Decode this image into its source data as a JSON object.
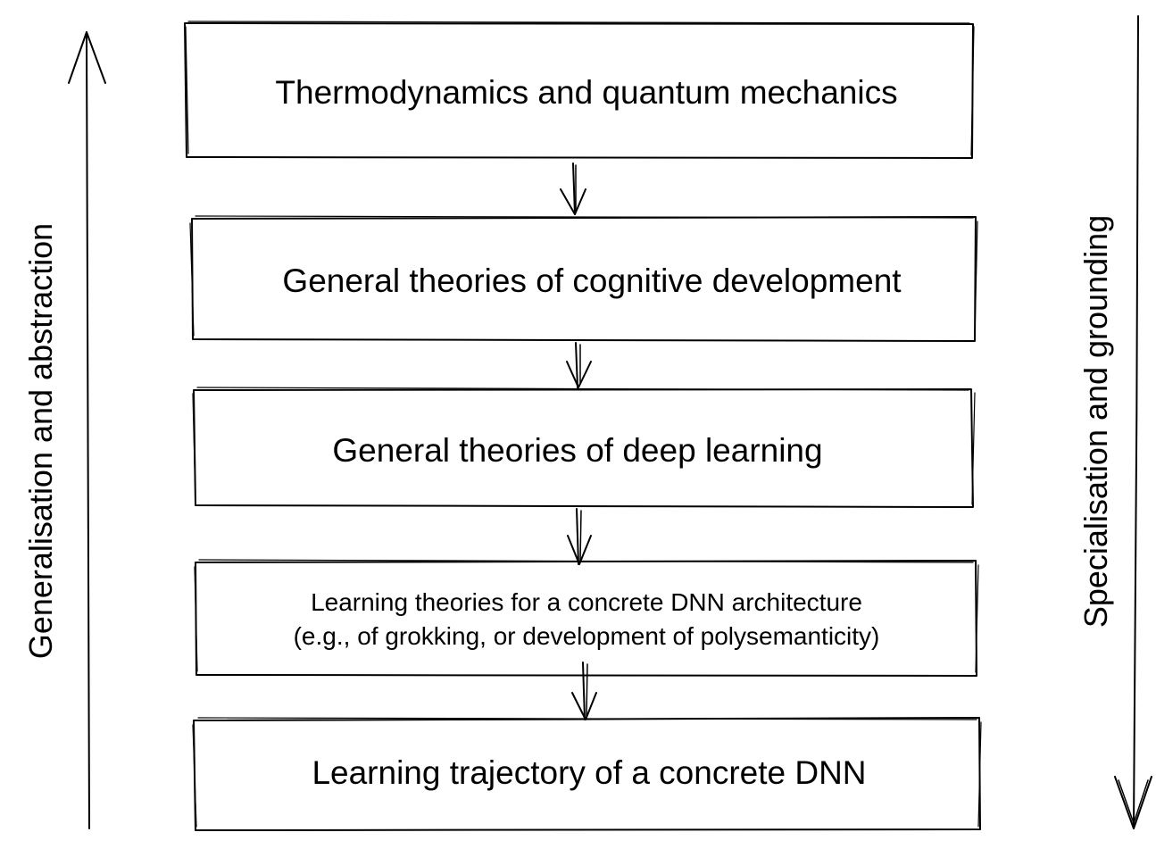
{
  "boxes": [
    {
      "id": "level-1",
      "lines": [
        "Thermodynamics and quantum mechanics"
      ]
    },
    {
      "id": "level-2",
      "lines": [
        "General theories of cognitive development"
      ]
    },
    {
      "id": "level-3",
      "lines": [
        "General theories of deep learning"
      ]
    },
    {
      "id": "level-4",
      "lines": [
        "Learning theories for a concrete DNN architecture",
        "(e.g., of grokking, or development of polysemanticity)"
      ]
    },
    {
      "id": "level-5",
      "lines": [
        "Learning trajectory of a concrete DNN"
      ]
    }
  ],
  "side_labels": {
    "left": "Generalisation and abstraction",
    "right": "Specialisation and grounding"
  }
}
